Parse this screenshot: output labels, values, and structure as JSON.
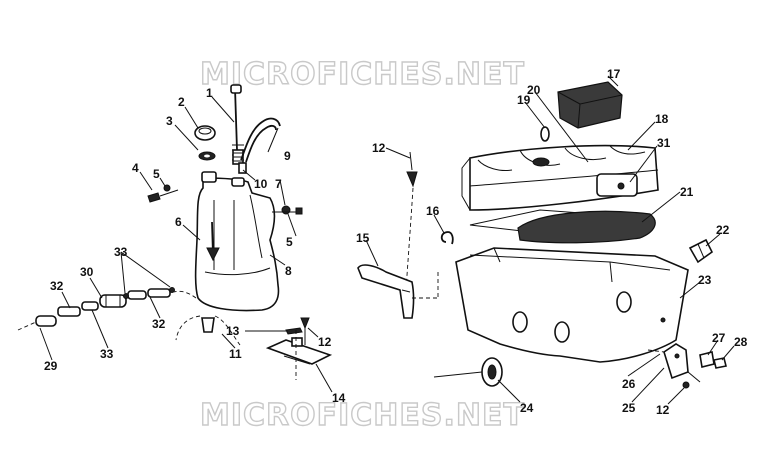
{
  "watermarks": {
    "top": "MICROFICHES.NET",
    "bottom": "MICROFICHES.NET"
  },
  "callouts": {
    "c1": "1",
    "c2": "2",
    "c3": "3",
    "c4": "4",
    "c5a": "5",
    "c5b": "5",
    "c6": "6",
    "c7": "7",
    "c8": "8",
    "c9": "9",
    "c10": "10",
    "c11": "11",
    "c12a": "12",
    "c12b": "12",
    "c12c": "12",
    "c13": "13",
    "c14": "14",
    "c15": "15",
    "c16": "16",
    "c17": "17",
    "c18": "18",
    "c19": "19",
    "c20": "20",
    "c21": "21",
    "c22": "22",
    "c23": "23",
    "c24": "24",
    "c25": "25",
    "c26": "26",
    "c27": "27",
    "c28": "28",
    "c29": "29",
    "c30": "30",
    "c31": "31",
    "c32a": "32",
    "c32b": "32",
    "c33a": "33",
    "c33b": "33"
  }
}
